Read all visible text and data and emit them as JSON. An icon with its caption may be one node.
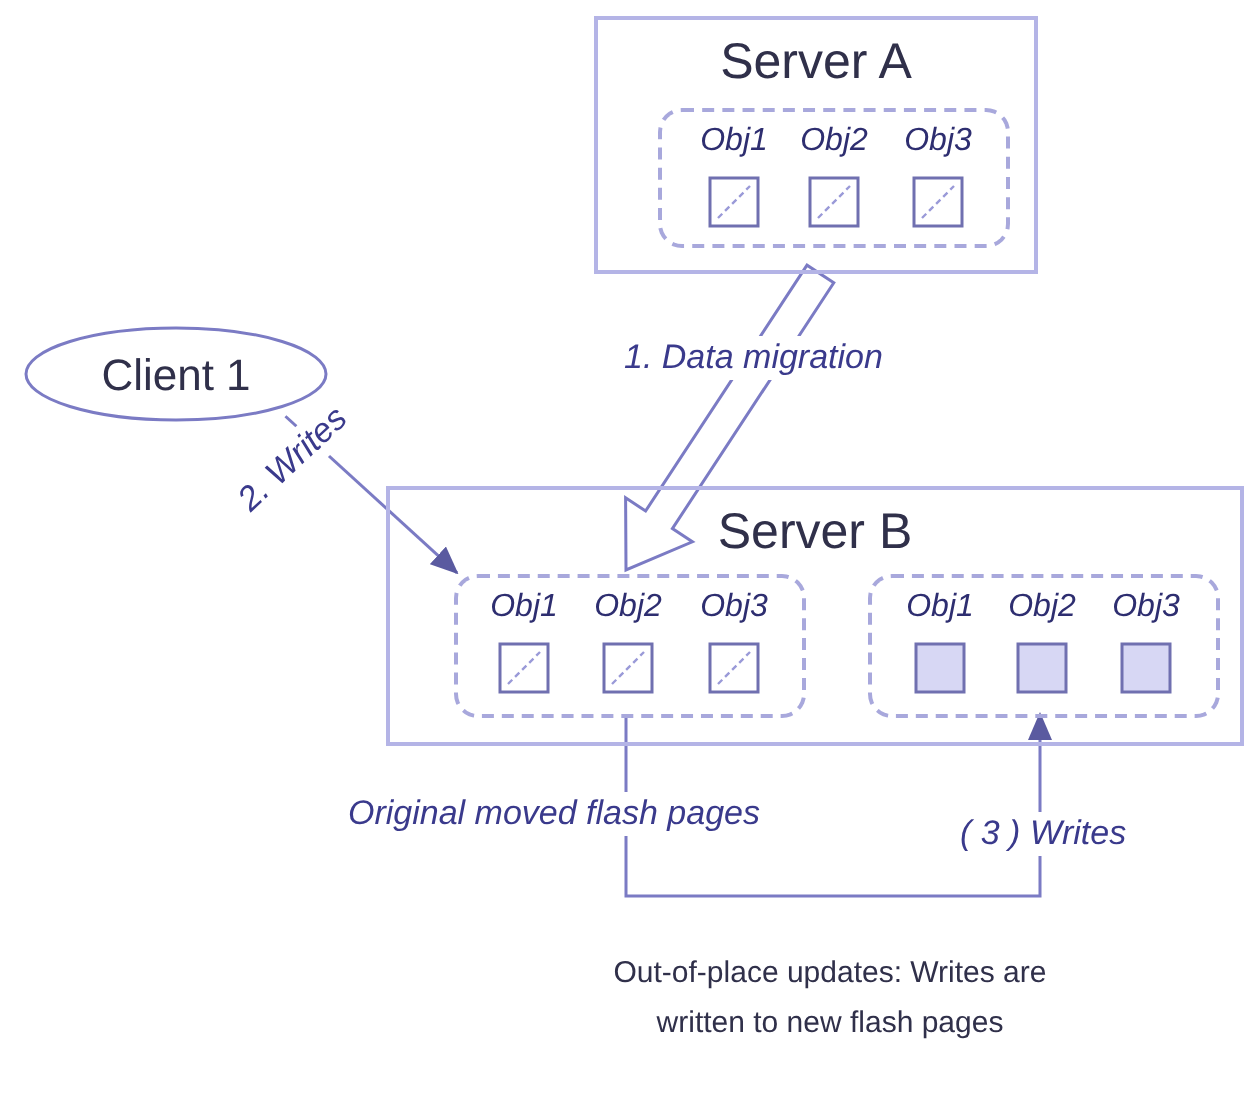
{
  "diagram": {
    "nodes": [
      {
        "text": [
          "Server A"
        ]
      },
      {
        "text": [],
        "shape": "box",
        "in": 0
      },
      {
        "text": [
          "Obj1"
        ],
        "in": 1
      },
      {
        "text": [
          "Obj2"
        ],
        "in": 1
      },
      {
        "text": [
          "Obj3"
        ],
        "in": 1
      },
      {
        "text": [
          "Client 1"
        ]
      },
      {
        "text": [
          "Server B"
        ]
      },
      {
        "text": [],
        "shape": "box",
        "in": 6
      },
      {
        "text": [
          "Obj1"
        ],
        "in": 7
      },
      {
        "text": [
          "Obj2"
        ],
        "in": 7
      },
      {
        "text": [
          "Obj3"
        ],
        "in": 7
      },
      {
        "text": [],
        "shape": "box",
        "in": 6
      },
      {
        "text": [
          "Obj1"
        ],
        "in": 11
      },
      {
        "text": [
          "Obj2"
        ],
        "in": 11
      },
      {
        "text": [
          "Obj3"
        ],
        "in": 11
      }
    ],
    "edges": [
      {
        "from": 0,
        "to": 7,
        "arrow": "to",
        "label": "1. Data migration",
        "style": "thick"
      },
      {
        "from": 5,
        "to": 7,
        "arrow": "to",
        "label": "2. Writes"
      },
      {
        "from": 7,
        "to": 11,
        "arrow": "to",
        "label": "( 3 ) Writes"
      }
    ],
    "labels": [
      "Original moved flash pages",
      "Out-of-place updates: Writes are written to new flash pages"
    ]
  }
}
